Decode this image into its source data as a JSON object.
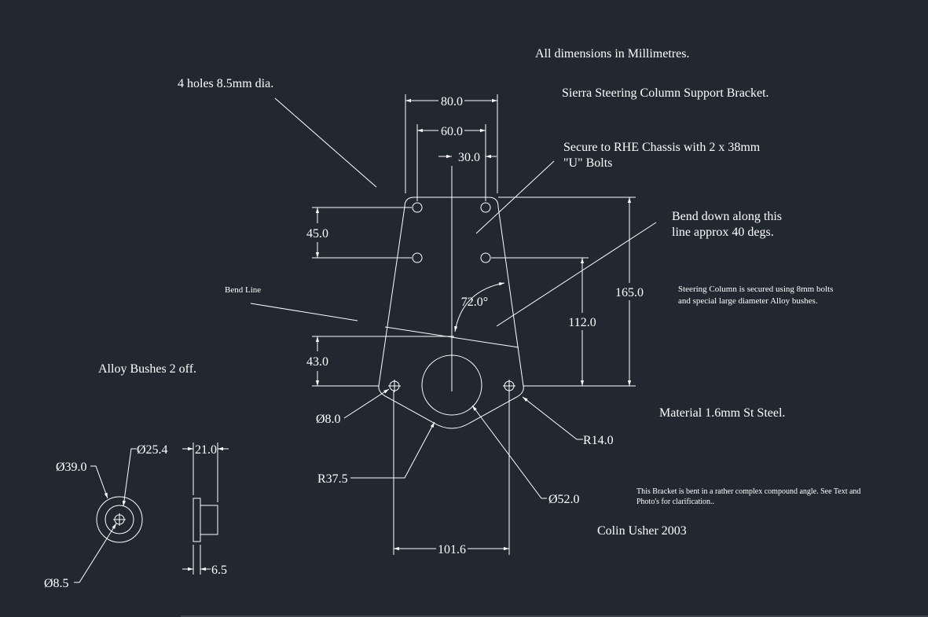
{
  "notes": {
    "units": "All dimensions in Millimetres.",
    "title": "Sierra Steering Column Support Bracket.",
    "holes": "4 holes 8.5mm dia.",
    "secure_line1": "Secure to RHE Chassis with 2 x 38mm",
    "secure_line2": "\"U\" Bolts",
    "bend_line1": "Bend down along this",
    "bend_line2": "line approx 40 degs.",
    "bend_line_label": "Bend Line",
    "column_line1": "Steering Column is secured using 8mm bolts",
    "column_line2": "and special large diameter Alloy bushes.",
    "bushes": "Alloy Bushes 2 off.",
    "material": "Material 1.6mm St Steel.",
    "compound_line1": "This Bracket is bent in a rather complex compound angle. See Text and",
    "compound_line2": "Photo's for clarification..",
    "author": "Colin Usher 2003"
  },
  "dimensions": {
    "w80": "80.0",
    "w60": "60.0",
    "w30": "30.0",
    "h45": "45.0",
    "h43": "43.0",
    "h112": "112.0",
    "h165": "165.0",
    "angle72": "72.0°",
    "dia8": "Ø8.0",
    "r37": "R37.5",
    "r14": "R14.0",
    "dia52": "Ø52.0",
    "w101": "101.6",
    "bush_dia39": "Ø39.0",
    "bush_dia25": "Ø25.4",
    "bush_dia8": "Ø8.5",
    "bush_len21": "21.0",
    "bush_len6": "6.5"
  },
  "colors": {
    "background": "#212830",
    "lines": "#ffffff"
  }
}
